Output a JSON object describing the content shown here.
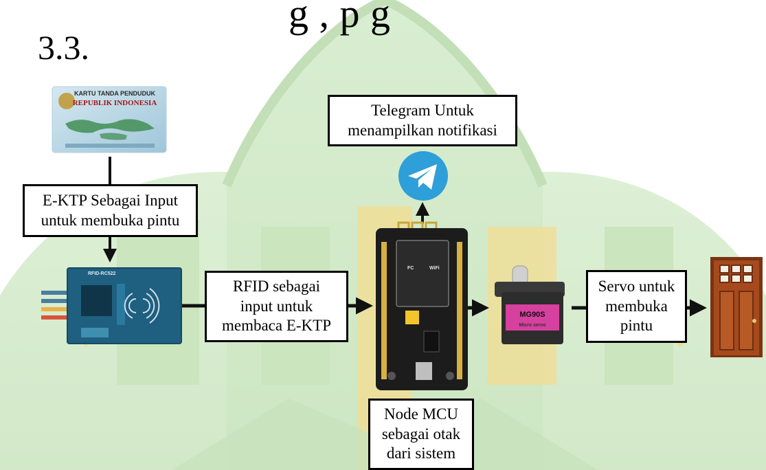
{
  "header": {
    "text_fragment": "g      ,           p       g",
    "section_number": "3.3."
  },
  "boxes": {
    "ektp": {
      "line1": "E-KTP Sebagai  Input",
      "line2": "untuk membuka pintu"
    },
    "telegram": {
      "line1": "Telegram  Untuk",
      "line2": "menampilkan notifikasi"
    },
    "rfid": {
      "line1": "RFID sebagai",
      "line2": "input untuk",
      "line3": "membaca  E-KTP"
    },
    "servo": {
      "line1": "Servo  untuk",
      "line2": "membuka",
      "line3": "pintu"
    },
    "nodemcu": {
      "line1": "Node MCU",
      "line2": "sebagai otak",
      "line3": "dari sistem"
    }
  },
  "card": {
    "title1": "KARTU TANDA PENDUDUK",
    "title2": "REPUBLIK INDONESIA"
  },
  "rfid_module": {
    "label": "RFID-RC522"
  },
  "servo_motor": {
    "model": "MG90S",
    "brand": "Micro servo"
  },
  "board": {
    "module_text": "WiFi"
  },
  "icons": [
    "telegram-icon",
    "door-icon",
    "id-card-icon",
    "rfid-reader-icon",
    "servo-icon",
    "nodemcu-board-icon",
    "arrow-icon"
  ],
  "colors": {
    "watermark_green": "#cfe8c4",
    "watermark_yellow": "#f3dd93",
    "telegram_blue": "#2e9fd8",
    "door_brown": "#a64a1d",
    "rfid_blue": "#1f5f7f",
    "board_black": "#1c1c1c",
    "servo_pink": "#d6409e"
  }
}
